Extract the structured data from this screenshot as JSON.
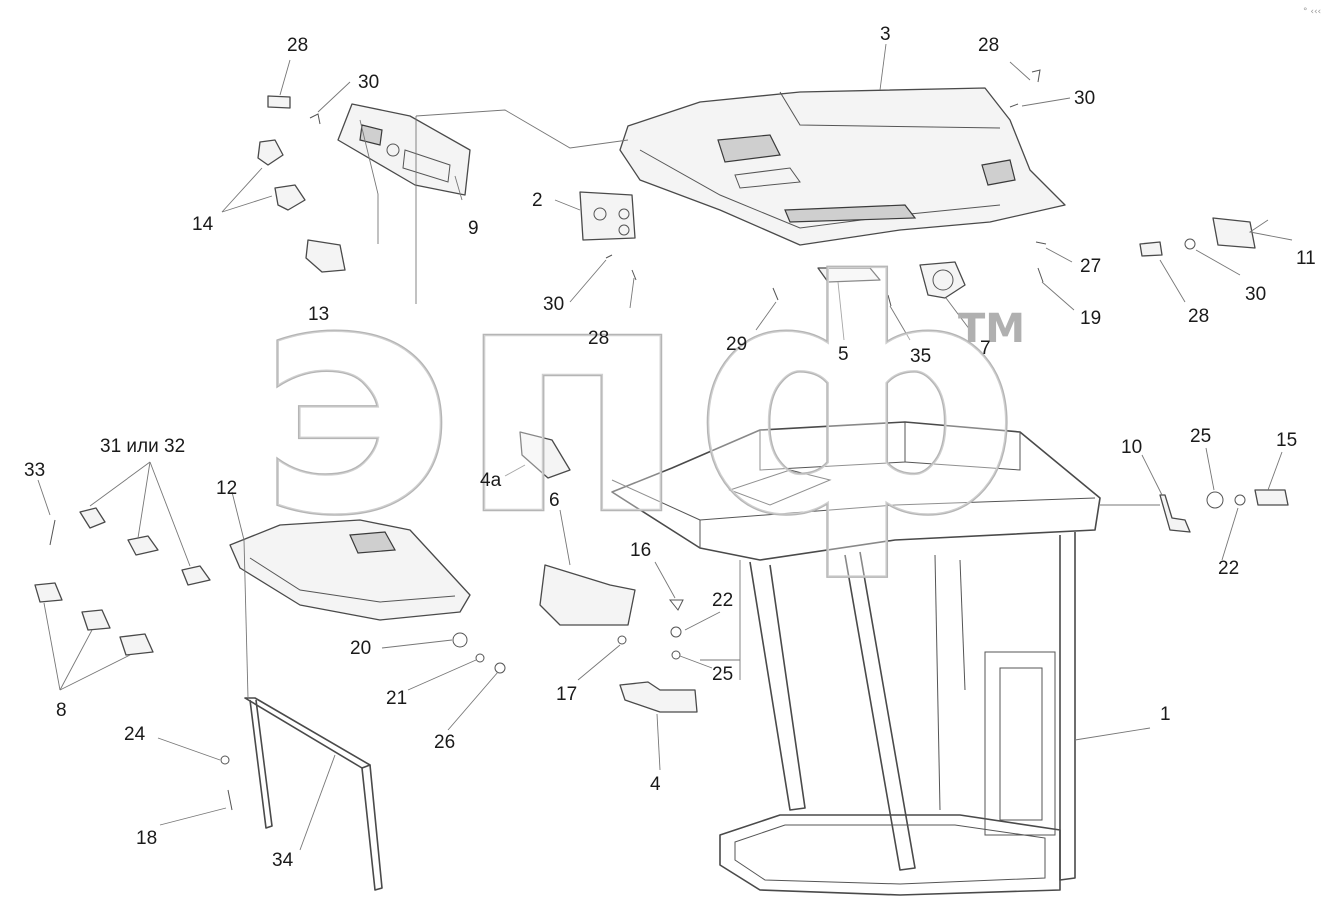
{
  "callouts": [
    "1",
    "2",
    "3",
    "4",
    "4а",
    "5",
    "6",
    "7",
    "8",
    "9",
    "10",
    "11",
    "12",
    "13",
    "14",
    "15",
    "16",
    "17",
    "18",
    "19",
    "20",
    "21",
    "22",
    "24",
    "25",
    "26",
    "27",
    "28",
    "29",
    "30",
    "31 или 32",
    "33",
    "34",
    "35"
  ],
  "watermark": {
    "text": "эпф",
    "tm": "TM"
  },
  "corner_mark": "° ‹‹‹",
  "colors": {
    "line": "#4a4a4a",
    "leader": "#777777",
    "watermark": "#b5b5b5"
  }
}
